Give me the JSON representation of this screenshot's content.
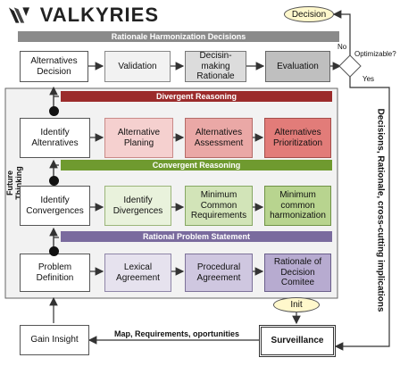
{
  "logo": {
    "text": "VALKYRIES"
  },
  "bands": {
    "harmonization": "Rationale Harmonization Decisions",
    "divergent": "Divergent Reasoning",
    "convergent": "Convergent Reasoning",
    "problem": "Rational Problem Statement"
  },
  "side_labels": {
    "future": "Future Thinking",
    "right": "Decisions, Rationale, cross-cutting implications"
  },
  "rows": {
    "top": [
      "Alternatives Decision",
      "Validation",
      "Decisin-making Rationale",
      "Evaluation"
    ],
    "divergent": [
      "Identify Altenratives",
      "Alternative Planing",
      "Alternatives Assessment",
      "Alternatives Prioritization"
    ],
    "convergent": [
      "Identify Convergences",
      "Identify Divergences",
      "Minimum Common Requirements",
      "Minimum common harmonization"
    ],
    "problem": [
      "Problem Definition",
      "Lexical Agreement",
      "Procedural Agreement",
      "Rationale of Decision Comitee"
    ]
  },
  "decision": {
    "top": "Decision",
    "question": "Optimizable?",
    "no": "No",
    "yes": "Yes"
  },
  "bottom": {
    "init": "Init",
    "gain": "Gain Insight",
    "surveillance": "Surveillance",
    "flow": "Map, Requirements, oportunities"
  },
  "colors": {
    "harmonization": "#8a8a8a",
    "divergent": "#9b2b2b",
    "convergent": "#6f9a2f",
    "problem": "#7a6b9e"
  }
}
